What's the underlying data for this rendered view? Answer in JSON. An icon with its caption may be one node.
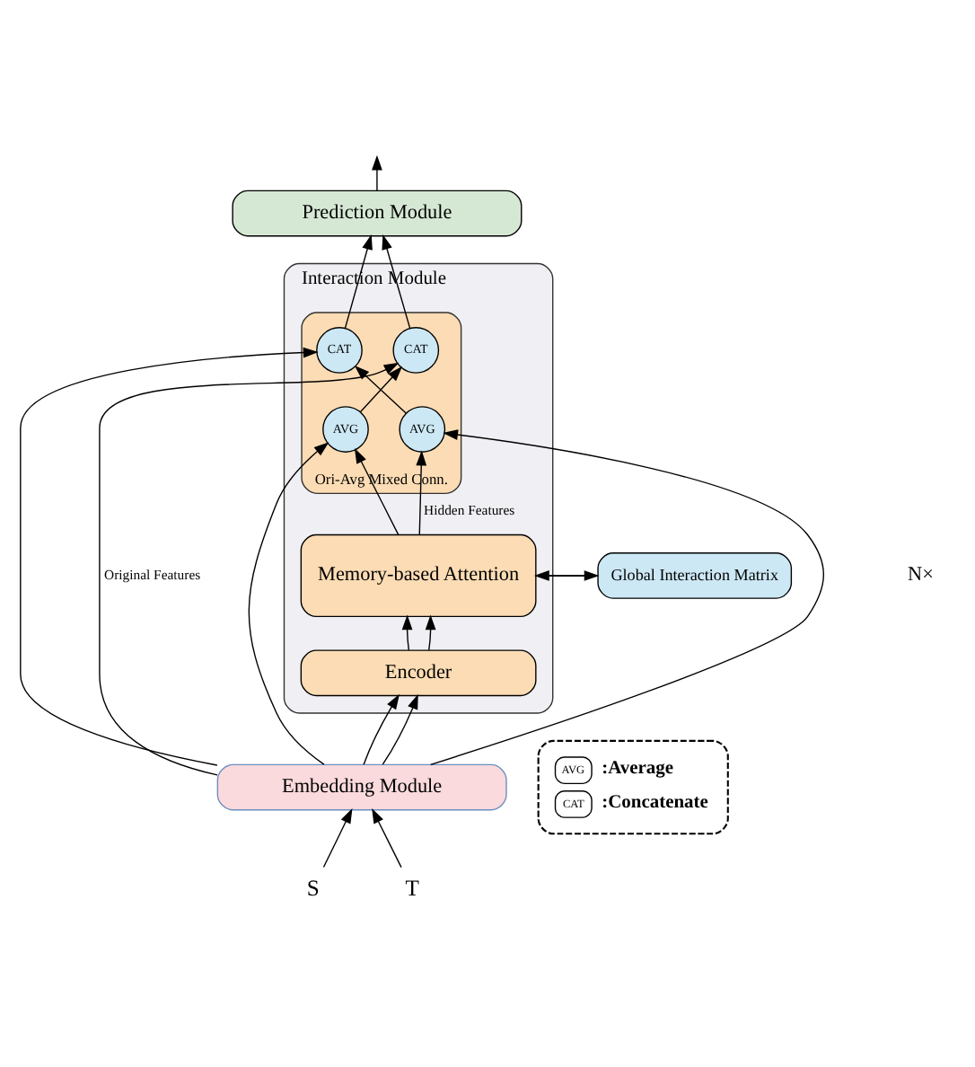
{
  "diagram": {
    "nodes": [
      {
        "text": [
          "Prediction Module"
        ]
      },
      {
        "text": [
          "Interaction Module"
        ]
      },
      {
        "text": [
          "Ori-Avg Mixed Conn."
        ],
        "in": 1
      },
      {
        "text": [
          "CAT"
        ],
        "in": 2
      },
      {
        "text": [
          "CAT"
        ],
        "in": 2
      },
      {
        "text": [
          "AVG"
        ],
        "in": 2
      },
      {
        "text": [
          "AVG"
        ],
        "in": 2
      },
      {
        "text": [
          "Memory-based Attention"
        ],
        "in": 1
      },
      {
        "text": [
          "Encoder"
        ],
        "in": 1
      },
      {
        "text": [
          "Global Interaction Matrix"
        ]
      },
      {
        "text": [
          "Embedding Module"
        ]
      },
      {
        "text": [
          "S"
        ]
      },
      {
        "text": [
          "T"
        ]
      }
    ],
    "edges": [
      {
        "from": 0,
        "to": null,
        "arrow": "to"
      },
      {
        "from": 3,
        "to": 0,
        "arrow": "to"
      },
      {
        "from": 4,
        "to": 0,
        "arrow": "to"
      },
      {
        "from": 5,
        "to": 3,
        "arrow": "to"
      },
      {
        "from": 6,
        "to": 4,
        "arrow": "to"
      },
      {
        "from": 7,
        "to": 5,
        "arrow": "to",
        "label": "Hidden Features"
      },
      {
        "from": 7,
        "to": 6,
        "arrow": "to"
      },
      {
        "from": 8,
        "to": 7,
        "arrow": "to"
      },
      {
        "from": 8,
        "to": 7,
        "arrow": "to"
      },
      {
        "from": 10,
        "to": 8,
        "arrow": "to"
      },
      {
        "from": 10,
        "to": 8,
        "arrow": "to"
      },
      {
        "from": 10,
        "to": 5,
        "arrow": "to"
      },
      {
        "from": 10,
        "to": 6,
        "arrow": "to"
      },
      {
        "from": 10,
        "to": 3,
        "arrow": "to"
      },
      {
        "from": 10,
        "to": 4,
        "arrow": "to",
        "label": "Original Features"
      },
      {
        "from": 7,
        "to": 9,
        "arrow": "to"
      },
      {
        "from": 9,
        "to": 7,
        "arrow": "to"
      },
      {
        "from": 11,
        "to": 10,
        "arrow": "to"
      },
      {
        "from": 12,
        "to": 10,
        "arrow": "to"
      }
    ],
    "labels": [
      "N×",
      "AVG",
      "CAT"
    ],
    "legend": [
      {
        "text": ":Average"
      },
      {
        "text": ":Concatenate"
      }
    ]
  }
}
